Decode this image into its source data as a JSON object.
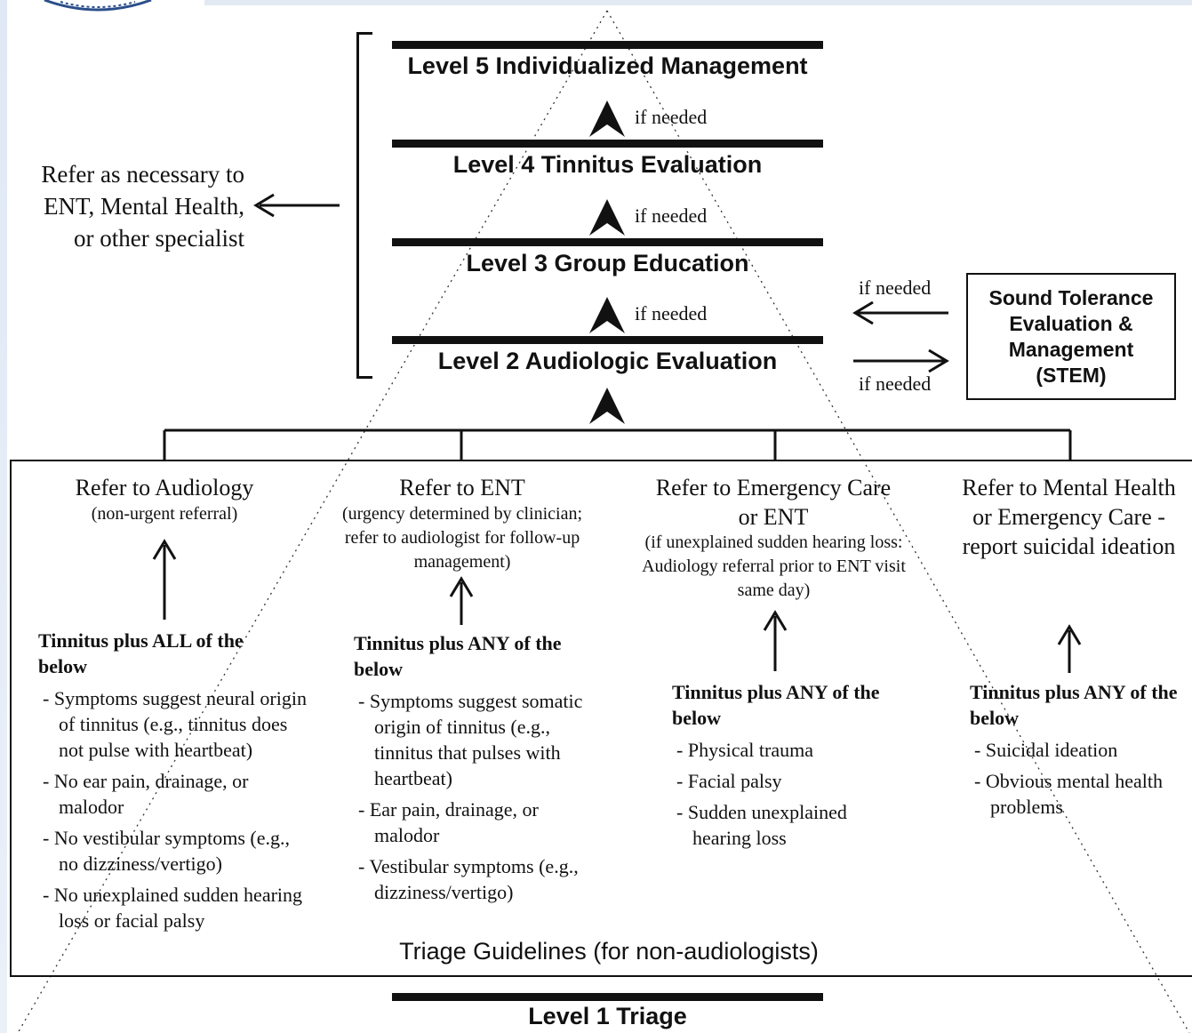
{
  "levels": {
    "level5": "Level 5 Individualized Management",
    "level4": "Level 4 Tinnitus Evaluation",
    "level3": "Level 3 Group Education",
    "level2": "Level 2 Audiologic Evaluation",
    "level1": "Level 1 Triage"
  },
  "if_needed": "if needed",
  "refer_specialist": {
    "line1": "Refer as necessary to",
    "line2": "ENT, Mental Health,",
    "line3": "or other specialist"
  },
  "stem": {
    "line1": "Sound Tolerance",
    "line2": "Evaluation &",
    "line3": "Management",
    "line4": "(STEM)"
  },
  "triage": {
    "caption": "Triage Guidelines (for non-audiologists)",
    "columns": [
      {
        "title": "Refer to Audiology",
        "note": "(non-urgent referral)",
        "criteria_heading": "Tinnitus plus ALL of the below",
        "criteria": [
          "Symptoms suggest neural origin of tinnitus (e.g., tinnitus does not pulse with heartbeat)",
          "No ear pain, drainage, or malodor",
          "No vestibular symptoms (e.g., no dizziness/vertigo)",
          "No unexplained sudden hearing loss or facial palsy"
        ]
      },
      {
        "title": "Refer to ENT",
        "note": "(urgency determined by clinician; refer to audiologist for follow-up management)",
        "criteria_heading": "Tinnitus plus ANY of the below",
        "criteria": [
          "Symptoms suggest somatic origin of tinnitus (e.g., tinnitus that pulses with heartbeat)",
          "Ear pain, drainage, or malodor",
          "Vestibular symptoms (e.g., dizziness/vertigo)"
        ]
      },
      {
        "title": "Refer to Emergency Care or ENT",
        "note": "(if unexplained sudden hearing loss: Audiology referral prior to ENT visit same day)",
        "criteria_heading": "Tinnitus plus ANY of the below",
        "criteria": [
          "Physical trauma",
          "Facial palsy",
          "Sudden unexplained hearing loss"
        ]
      },
      {
        "title": "Refer to Mental Health or Emergency Care - report suicidal ideation",
        "note": "",
        "criteria_heading": "Tinnitus plus ANY of the below",
        "criteria": [
          "Suicidal ideation",
          "Obvious mental health problems"
        ]
      }
    ]
  }
}
